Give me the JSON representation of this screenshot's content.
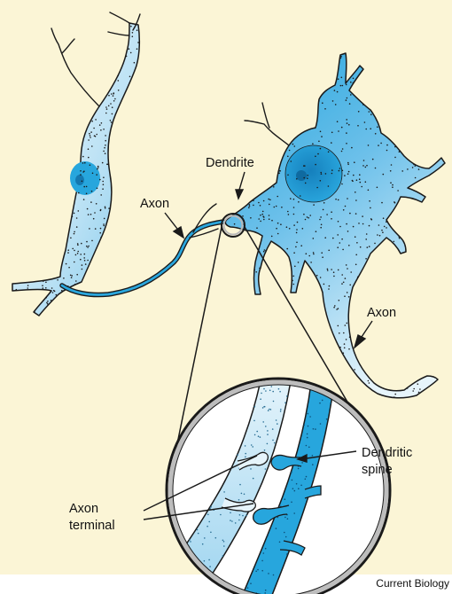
{
  "labels": {
    "dendrite": "Dendrite",
    "axon_left": "Axon",
    "axon_right": "Axon",
    "dendritic_spine_line1": "Dendritic",
    "dendritic_spine_line2": "spine",
    "axon_terminal_line1": "Axon",
    "axon_terminal_line2": "terminal",
    "credit": "Current Biology"
  },
  "colors": {
    "background": "#fbf5d6",
    "cell_light": "#d9eef9",
    "cell_mid": "#7fc9ec",
    "cell_dark": "#27a6dd",
    "nucleus": "#1d9bd6",
    "nucleolus": "#1478b0",
    "outline": "#1a1a1a"
  }
}
